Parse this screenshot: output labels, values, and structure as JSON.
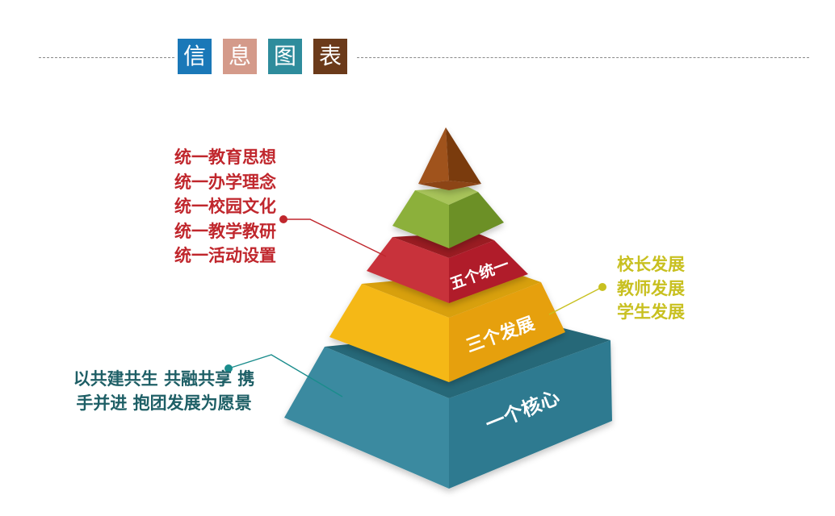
{
  "header": {
    "chars": [
      "信",
      "息",
      "图",
      "表"
    ],
    "colors": [
      "#1a78b8",
      "#d49a8a",
      "#2e8c9c",
      "#6b3a1a"
    ]
  },
  "pyramid": {
    "tiers": [
      {
        "id": "top",
        "label": "",
        "colors": {
          "left": "#a0521c",
          "right": "#7a3a10"
        }
      },
      {
        "id": "green",
        "label": "",
        "colors": {
          "top": "#a8c45a",
          "left": "#8cb03a",
          "right": "#6c9028"
        }
      },
      {
        "id": "red",
        "label": "五个统一",
        "colors": {
          "top": "#9a1e24",
          "left": "#c8323a",
          "right": "#b01e2a"
        }
      },
      {
        "id": "yellow",
        "label": "三个发展",
        "colors": {
          "top": "#d8a010",
          "left": "#f5b818",
          "right": "#e6a008"
        }
      },
      {
        "id": "teal",
        "label": "一个核心",
        "colors": {
          "top": "#266878",
          "left": "#3a8aa0",
          "right": "#2d7a90"
        }
      }
    ]
  },
  "callouts": {
    "red": {
      "color": "#c0272d",
      "lines": [
        "统一教育思想",
        "统一办学理念",
        "统一校园文化",
        "统一教学教研",
        "统一活动设置"
      ]
    },
    "yellow": {
      "color": "#c8c020",
      "lines": [
        "校长发展",
        "教师发展",
        "学生发展"
      ]
    },
    "teal": {
      "color": "#1e5f66",
      "lines": [
        "以共建共生 共融共享 携",
        "手并进 抱团发展为愿景"
      ]
    }
  }
}
